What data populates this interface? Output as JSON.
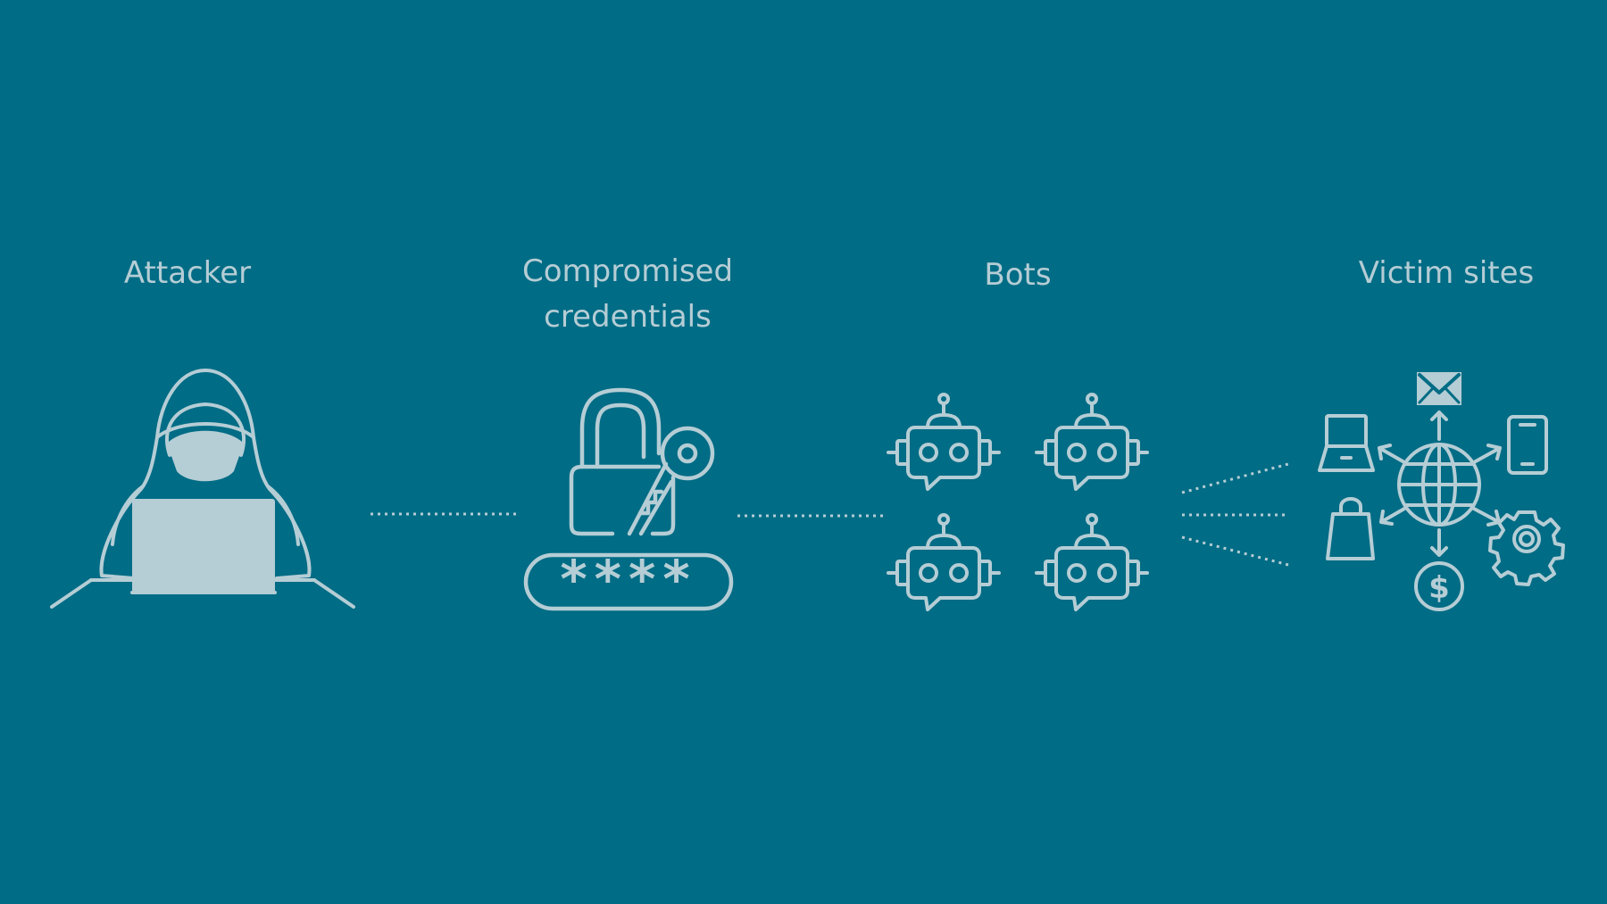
{
  "colors": {
    "background": "#006c85",
    "foreground": "#b5cdd5"
  },
  "nodes": [
    {
      "id": "attacker",
      "label_lines": [
        "Attacker"
      ],
      "icon": "hooded-hacker-icon"
    },
    {
      "id": "credentials",
      "label_lines": [
        "Compromised",
        "credentials"
      ],
      "icon": "padlock-key-password-icon"
    },
    {
      "id": "bots",
      "label_lines": [
        "Bots"
      ],
      "icon": "robot-chat-icon",
      "icon_count": 4
    },
    {
      "id": "victims",
      "label_lines": [
        "Victim sites"
      ],
      "icon": "globe-network-icon"
    }
  ],
  "password_mask": "****",
  "victim_icons": [
    "envelope-icon",
    "laptop-icon",
    "smartphone-icon",
    "shopping-bag-icon",
    "gear-icon",
    "dollar-coin-icon"
  ]
}
